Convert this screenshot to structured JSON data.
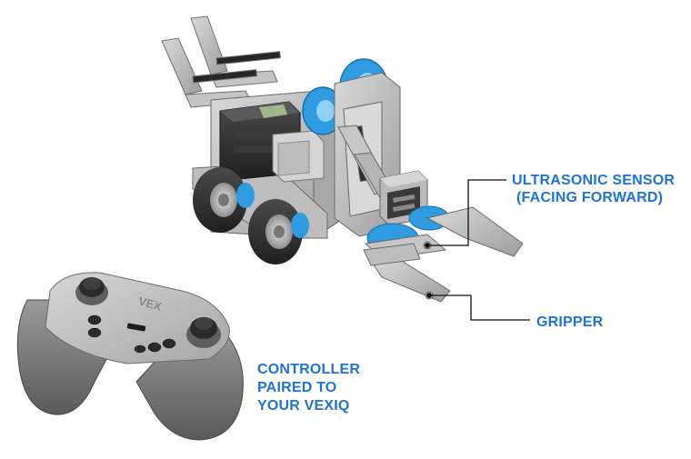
{
  "labels": {
    "ultrasonic_line1": "ULTRASONIC SENSOR",
    "ultrasonic_line2": "(FACING FORWARD)",
    "gripper": "GRIPPER",
    "controller_line1": "CONTROLLER",
    "controller_line2": "PAIRED TO",
    "controller_line3": "YOUR VEXIQ"
  },
  "controller_logo": "VEX",
  "colors": {
    "label": "#1e73d6",
    "accent_blue": "#2f9be0",
    "frame_gray": "#b8b8b8",
    "dark": "#2b2b2b"
  }
}
